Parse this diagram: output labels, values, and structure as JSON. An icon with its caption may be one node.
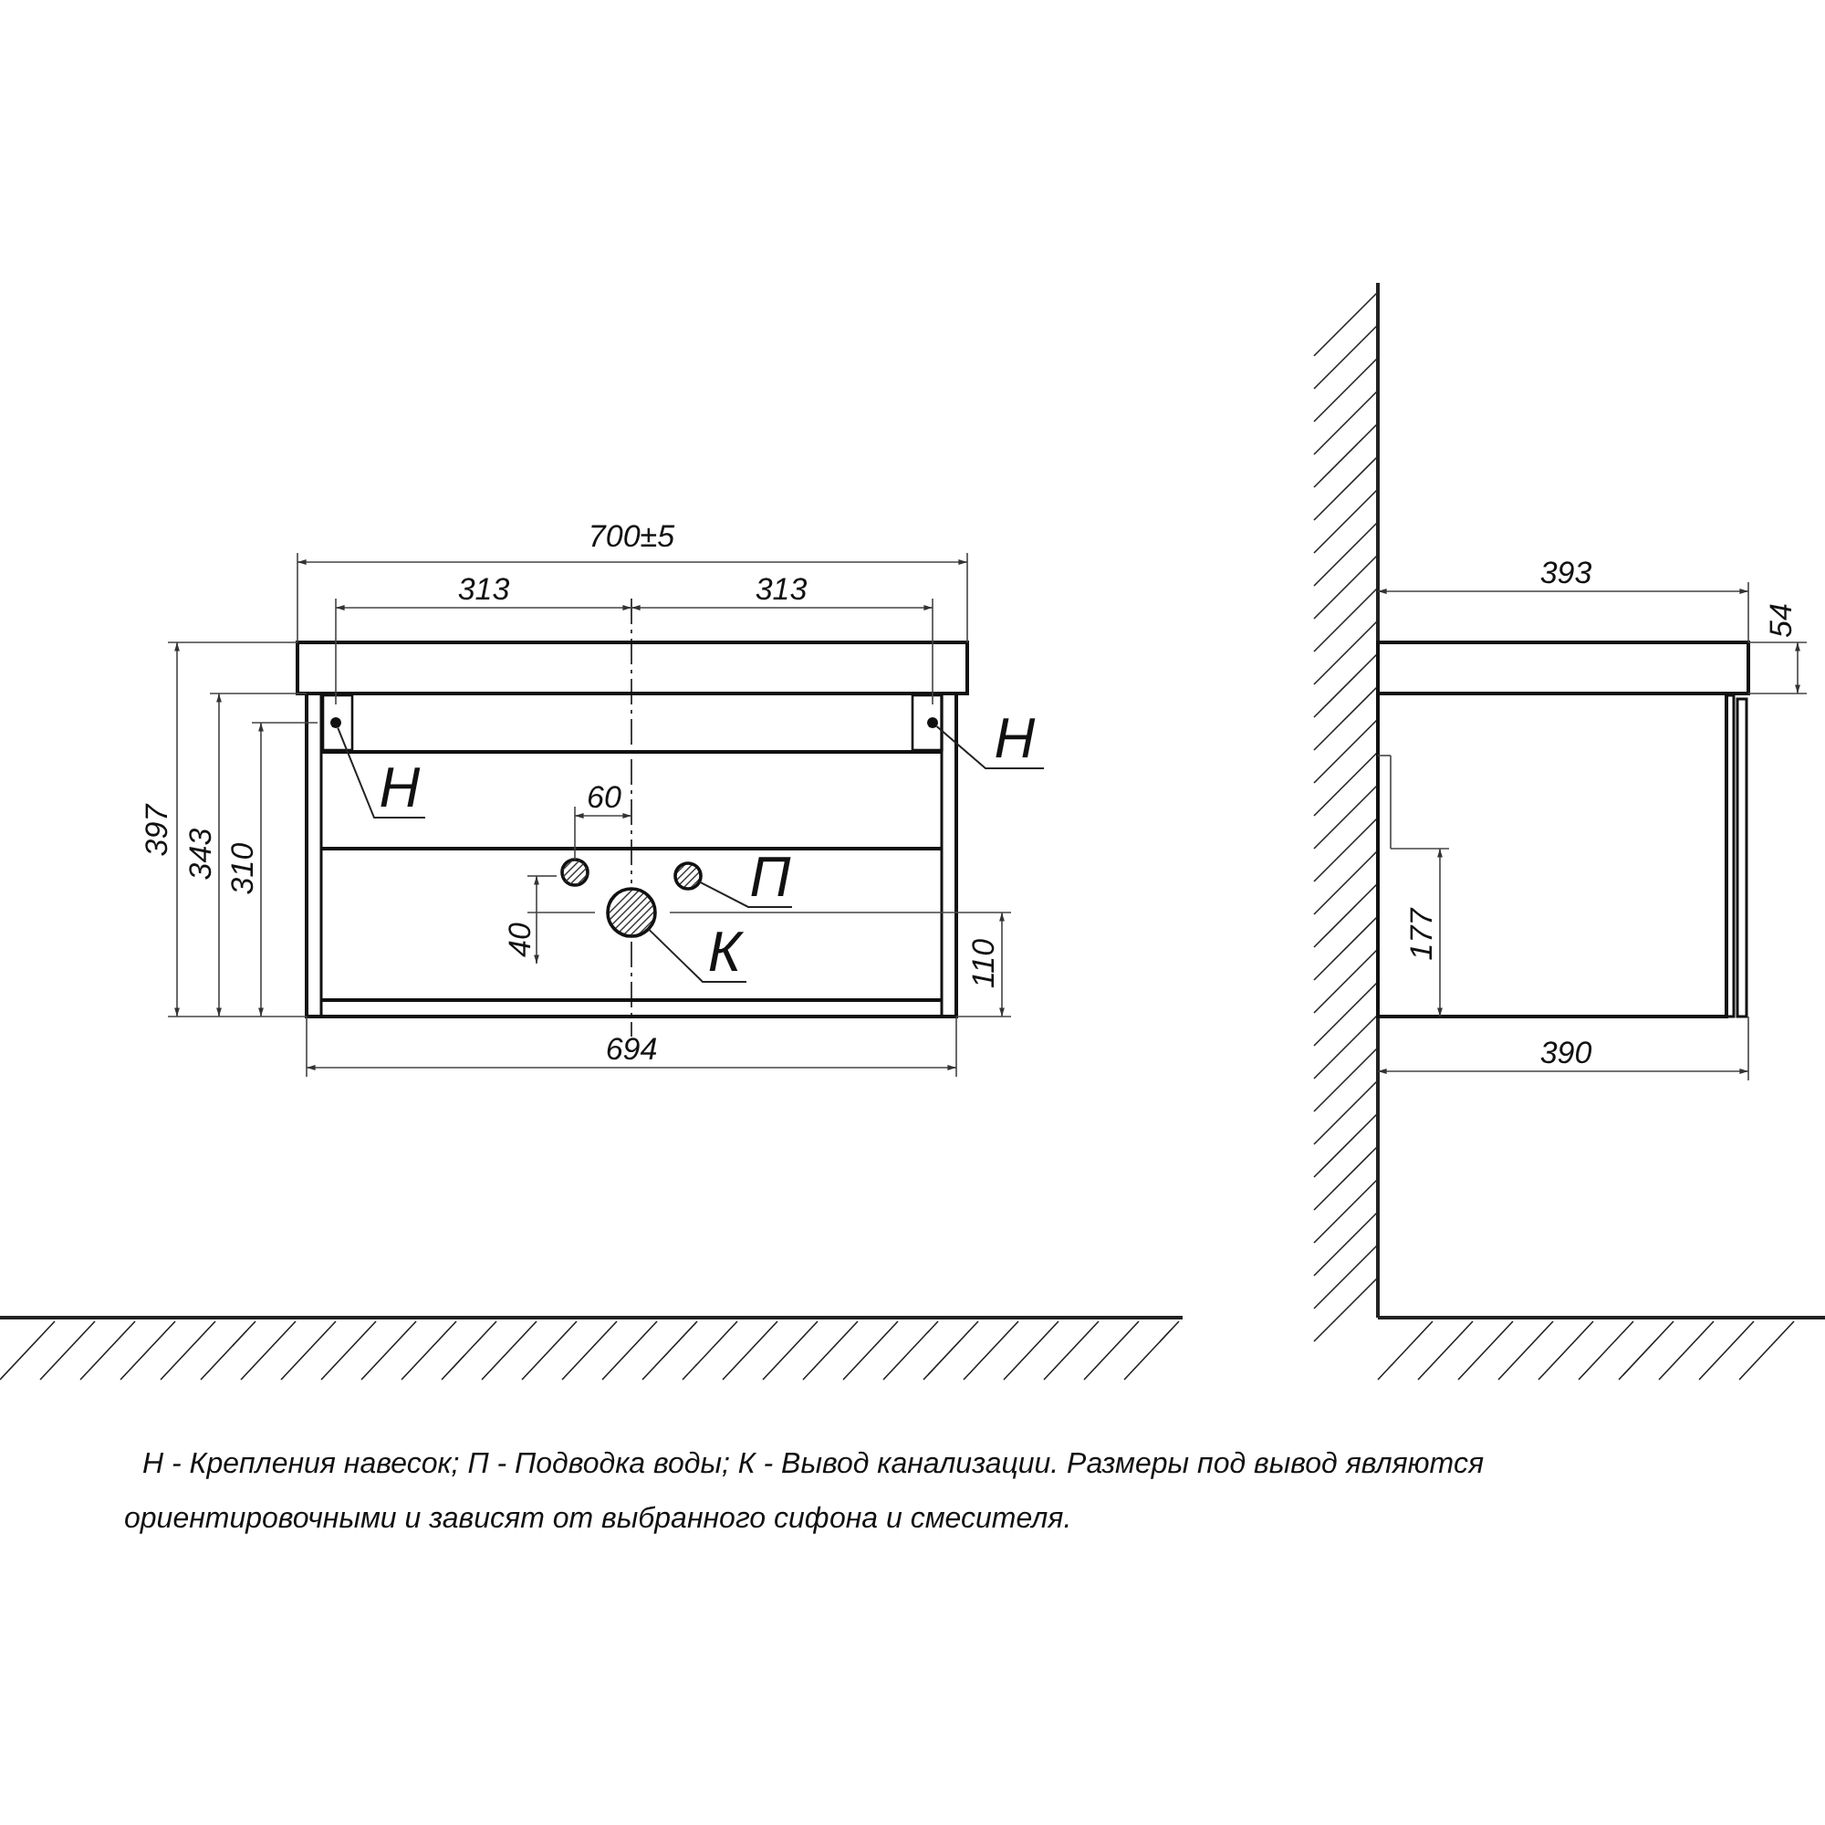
{
  "diagram": {
    "caption": "Н - Крепления навесок; П - Подводка воды; К - Вывод канализации. Размеры под вывод являются ориентировочными и зависят от выбранного сифона и смесителя.",
    "nodes": [
      {
        "text": [
          "Н"
        ]
      },
      {
        "text": [],
        "shape": "circle"
      },
      {
        "text": [
          "Н"
        ]
      },
      {
        "text": [],
        "shape": "circle"
      },
      {
        "text": [
          "П"
        ]
      },
      {
        "text": [],
        "shape": "circle"
      },
      {
        "text": [
          "К"
        ]
      },
      {
        "text": [],
        "shape": "circle"
      }
    ],
    "edges": [
      {
        "from": 0,
        "to": 1,
        "arrow": "none"
      },
      {
        "from": 2,
        "to": 3,
        "arrow": "none"
      },
      {
        "from": 4,
        "to": 5,
        "arrow": "none"
      },
      {
        "from": 6,
        "to": 7,
        "arrow": "none"
      }
    ],
    "labels": [
      "700±5",
      "313",
      "313",
      "397",
      "343",
      "310",
      "60",
      "40",
      "110",
      "694",
      "393",
      "54",
      "177",
      "390"
    ]
  }
}
